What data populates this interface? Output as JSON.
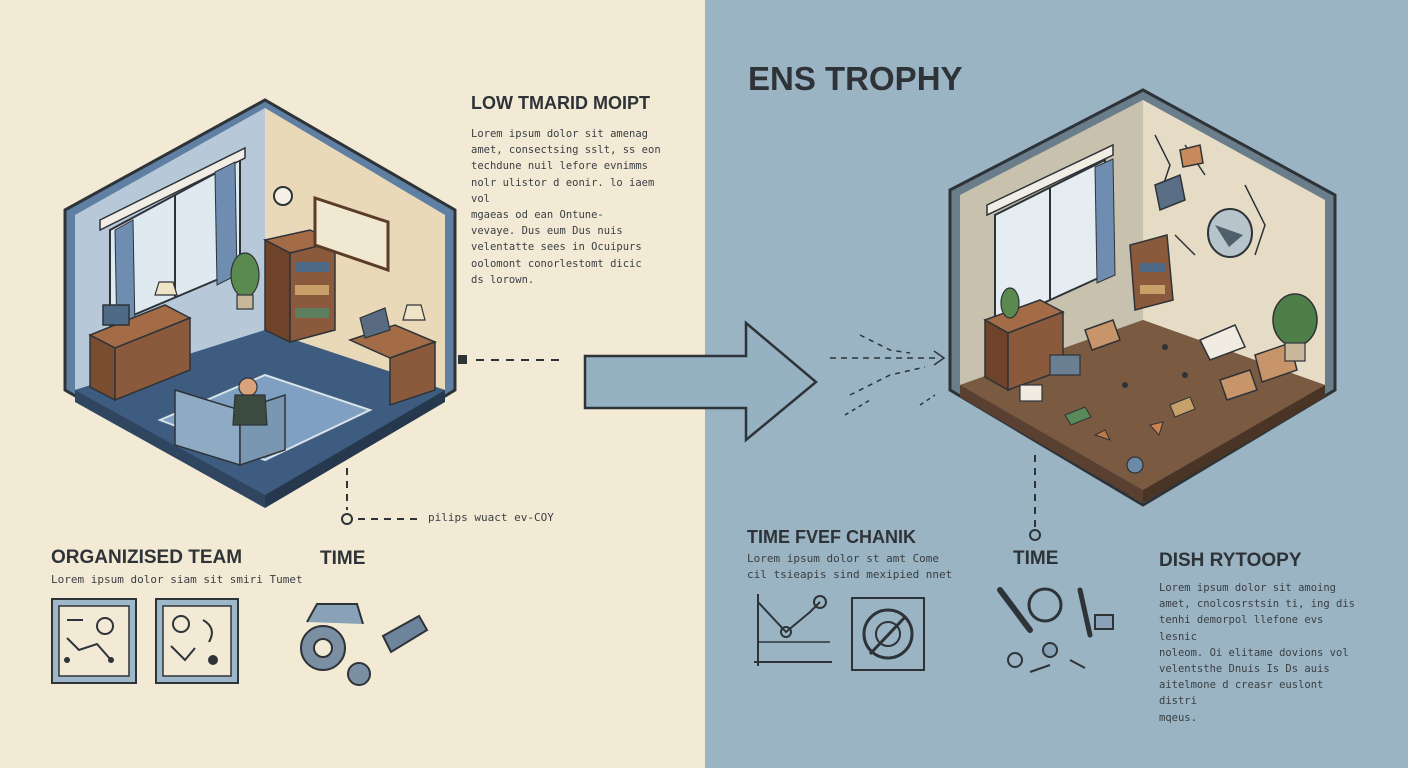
{
  "left": {
    "heading": "LOW TMARID MOIPT",
    "paragraph": "Lorem ipsum dolor sit amenag\namet, consectsing sslt, ss eon\ntechdune nuil lefore evnimms\nnolr ulistor d eonir. lo iaem vol\nmgaeas    od ean Ontune-\nvevaye. Dus eum Dus nuis\nvelentatte sees in Ocuipurs\noolomont conorlestomt dicic\nds lorown.",
    "callout": "pilips wuact ev-COY",
    "team_title": "ORGANIZISED TEAM",
    "team_sub": "Lorem ipsum dolor siam sit smiri Tumet",
    "time_label": "TIME"
  },
  "right": {
    "title": "ENS TROPHY",
    "change_title": "TIME FVEF CHANIK",
    "change_sub": "Lorem ipsum dolor  st amt Come\ncil tsieapis sind mexipied nnet",
    "time_label": "TIME",
    "dis_title": "DISH RYTOOPY",
    "dis_paragraph": "Lorem ipsum dolor sit amoing\namet, cnolcosrstsin ti, ing dis\ntenhi demorpol llefone evs lesnic\nnoleom. Oi elitame dovions vol\nvelentsthe Dnuis Is Ds auis\naitelmone d creasr euslont distri\nmqeus."
  },
  "colors": {
    "left_bg": "#f3ead6",
    "right_bg": "#9ab4c4",
    "arrow_fill": "#95b1c2",
    "ink": "#2e3338",
    "wood": "#8b5a3c",
    "floor_left": "#3e5c80",
    "floor_right": "#7a5a40"
  }
}
